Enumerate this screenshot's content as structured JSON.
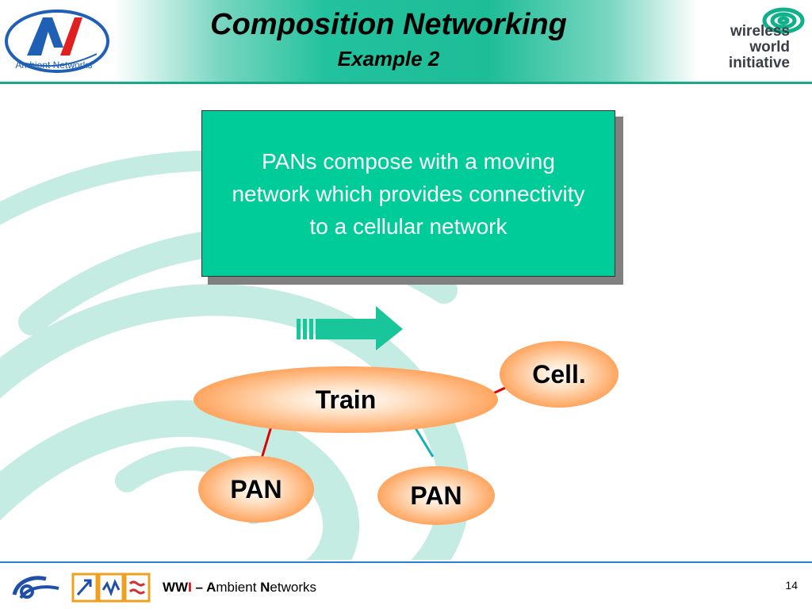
{
  "header": {
    "title": "Composition Networking",
    "subtitle": "Example 2",
    "left_logo_text": "Ambient Networks",
    "right_logo_text": [
      "wireless",
      "world",
      "initiative"
    ]
  },
  "description": {
    "text": "PANs compose with a moving network which provides connectivity to a cellular network"
  },
  "diagram": {
    "nodes": {
      "train": "Train",
      "cell": "Cell.",
      "pan1": "PAN",
      "pan2": "PAN"
    },
    "link_colors": {
      "train_cell": "#e00000",
      "train_pan1": "#e00000",
      "train_pan2": "#10b0b8"
    },
    "arrow_color": "#19c59a"
  },
  "footer": {
    "text_wwi_bold": "WW",
    "text_wwi_red": "I",
    "text_dash": " – ",
    "text_a": "A",
    "text_mbient": "mbient ",
    "text_n": "N",
    "text_etworks": "etworks",
    "page_number": "14"
  },
  "colors": {
    "accent": "#00cc99",
    "header_rule": "#1aa888",
    "footer_rule": "#2a7fd0"
  }
}
